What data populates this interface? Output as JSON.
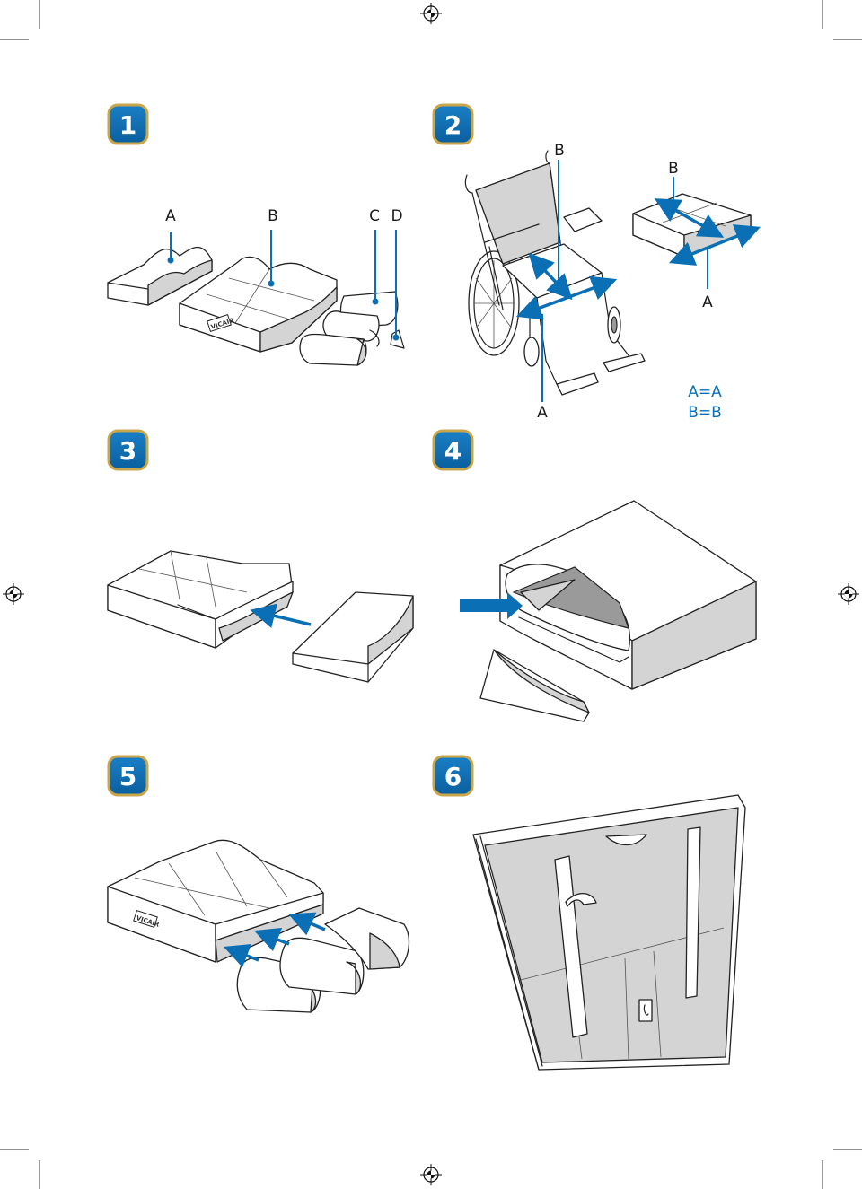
{
  "steps": [
    {
      "number": "1",
      "labels": {
        "a": "A",
        "b": "B",
        "c": "C",
        "d": "D"
      }
    },
    {
      "number": "2",
      "labels": {
        "b_chair": "B",
        "a_chair": "A",
        "b_cushion": "B",
        "a_cushion": "A"
      },
      "equations": [
        "A=A",
        "B=B"
      ]
    },
    {
      "number": "3"
    },
    {
      "number": "4"
    },
    {
      "number": "5"
    },
    {
      "number": "6"
    }
  ],
  "brand": {
    "logo_text": "VICAIR"
  },
  "colors": {
    "badge_fill": "#0a6fb5",
    "badge_border": "#c9a64b",
    "accent": "#0a6fb5"
  }
}
